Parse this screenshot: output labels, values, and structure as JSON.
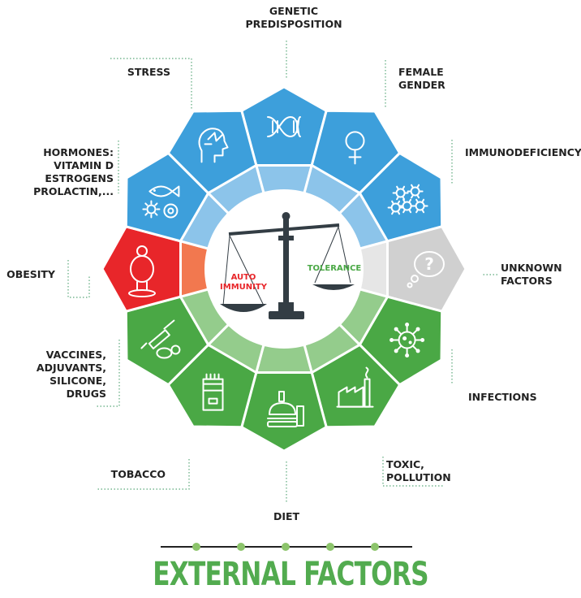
{
  "center": {
    "left_label_line1": "AUTO",
    "left_label_line2": "IMMUNITY",
    "right_label": "TOLERANCE"
  },
  "factors": [
    {
      "id": "genetic",
      "lines": [
        "GENETIC",
        "PREDISPOSITION"
      ],
      "group": "blue",
      "icon": "dna-icon"
    },
    {
      "id": "female",
      "lines": [
        "FEMALE",
        "GENDER"
      ],
      "group": "blue",
      "icon": "female-symbol-icon"
    },
    {
      "id": "immunodeficiency",
      "lines": [
        "IMMUNODEFICIENCY"
      ],
      "group": "blue",
      "icon": "immune-cells-icon"
    },
    {
      "id": "unknown",
      "lines": [
        "UNKNOWN",
        "FACTORS"
      ],
      "group": "gray",
      "icon": "question-thought-icon"
    },
    {
      "id": "infections",
      "lines": [
        "INFECTIONS"
      ],
      "group": "green",
      "icon": "virus-icon"
    },
    {
      "id": "toxic",
      "lines": [
        "TOXIC,",
        "POLLUTION"
      ],
      "group": "green",
      "icon": "factory-icon"
    },
    {
      "id": "diet",
      "lines": [
        "DIET"
      ],
      "group": "green",
      "icon": "food-icon"
    },
    {
      "id": "tobacco",
      "lines": [
        "TOBACCO"
      ],
      "group": "green",
      "icon": "cigarette-pack-icon"
    },
    {
      "id": "vaccines",
      "lines": [
        "VACCINES,",
        "ADJUVANTS,",
        "SILICONE,",
        "DRUGS"
      ],
      "group": "green",
      "icon": "syringe-pills-icon"
    },
    {
      "id": "obesity",
      "lines": [
        "OBESITY"
      ],
      "group": "red",
      "icon": "obese-person-icon"
    },
    {
      "id": "hormones",
      "lines": [
        "HORMONES:",
        "VITAMIN D",
        "ESTROGENS",
        "PROLACTIN,..."
      ],
      "group": "blue",
      "icon": "fish-sun-fruit-icon"
    },
    {
      "id": "stress",
      "lines": [
        "STRESS"
      ],
      "group": "blue",
      "icon": "stressed-head-icon"
    }
  ],
  "footer": {
    "title": "EXTERNAL FACTORS"
  },
  "colors": {
    "blue": "#3d9fdb",
    "blue_inner": "#8cc4ea",
    "green": "#4aa845",
    "green_inner": "#94cc8c",
    "gray": "#d0d0d0",
    "gray_inner": "#e6e6e6",
    "red": "#e8262a",
    "red_inner": "#f2784f",
    "footer_title": "#52ab4f",
    "footer_line": "#222222",
    "footer_dot": "#8cc46b",
    "scale_dark": "#333d44"
  }
}
